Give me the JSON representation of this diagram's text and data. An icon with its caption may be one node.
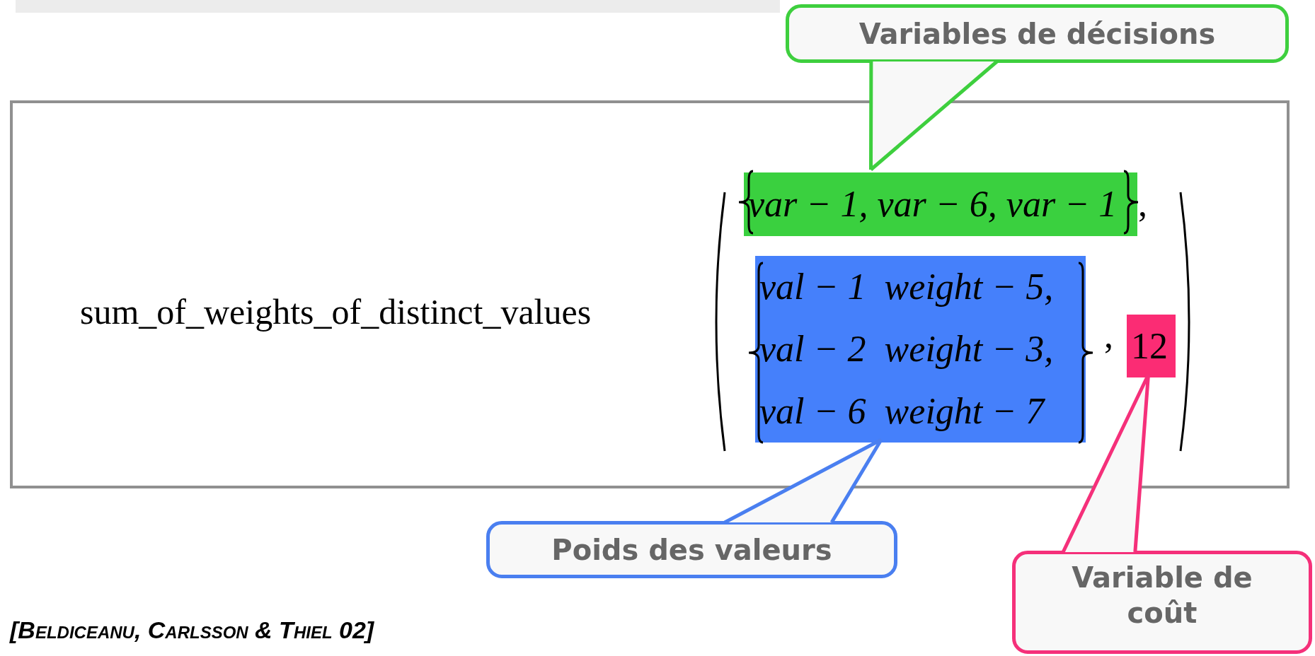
{
  "diagram": {
    "caption": "[Beldiceanu, Carlsson & Thiel 02]",
    "nodes": [
      {
        "text": [
          "sum_of_weights_of_distinct_values"
        ]
      },
      {
        "text": [
          "var − 1, var − 6, var − 1"
        ],
        "in": 0
      },
      {
        "text": [
          "val − 1  weight − 5,",
          "val − 2  weight − 3,",
          "val − 6  weight − 7"
        ],
        "in": 0
      },
      {
        "text": [
          "12"
        ],
        "in": 0
      },
      {
        "text": [
          "Variables de décisions"
        ]
      },
      {
        "text": [
          "Poids des valeurs"
        ]
      },
      {
        "text": [
          "Variable de coût"
        ]
      }
    ],
    "edges": [
      {
        "from": 4,
        "to": 1,
        "arrow": "none",
        "color": "#3ecf3e"
      },
      {
        "from": 5,
        "to": 2,
        "arrow": "none",
        "color": "#4a7ff0"
      },
      {
        "from": 6,
        "to": 3,
        "arrow": "none",
        "color": "#f5307a"
      }
    ],
    "labels": [
      ",",
      ","
    ]
  }
}
